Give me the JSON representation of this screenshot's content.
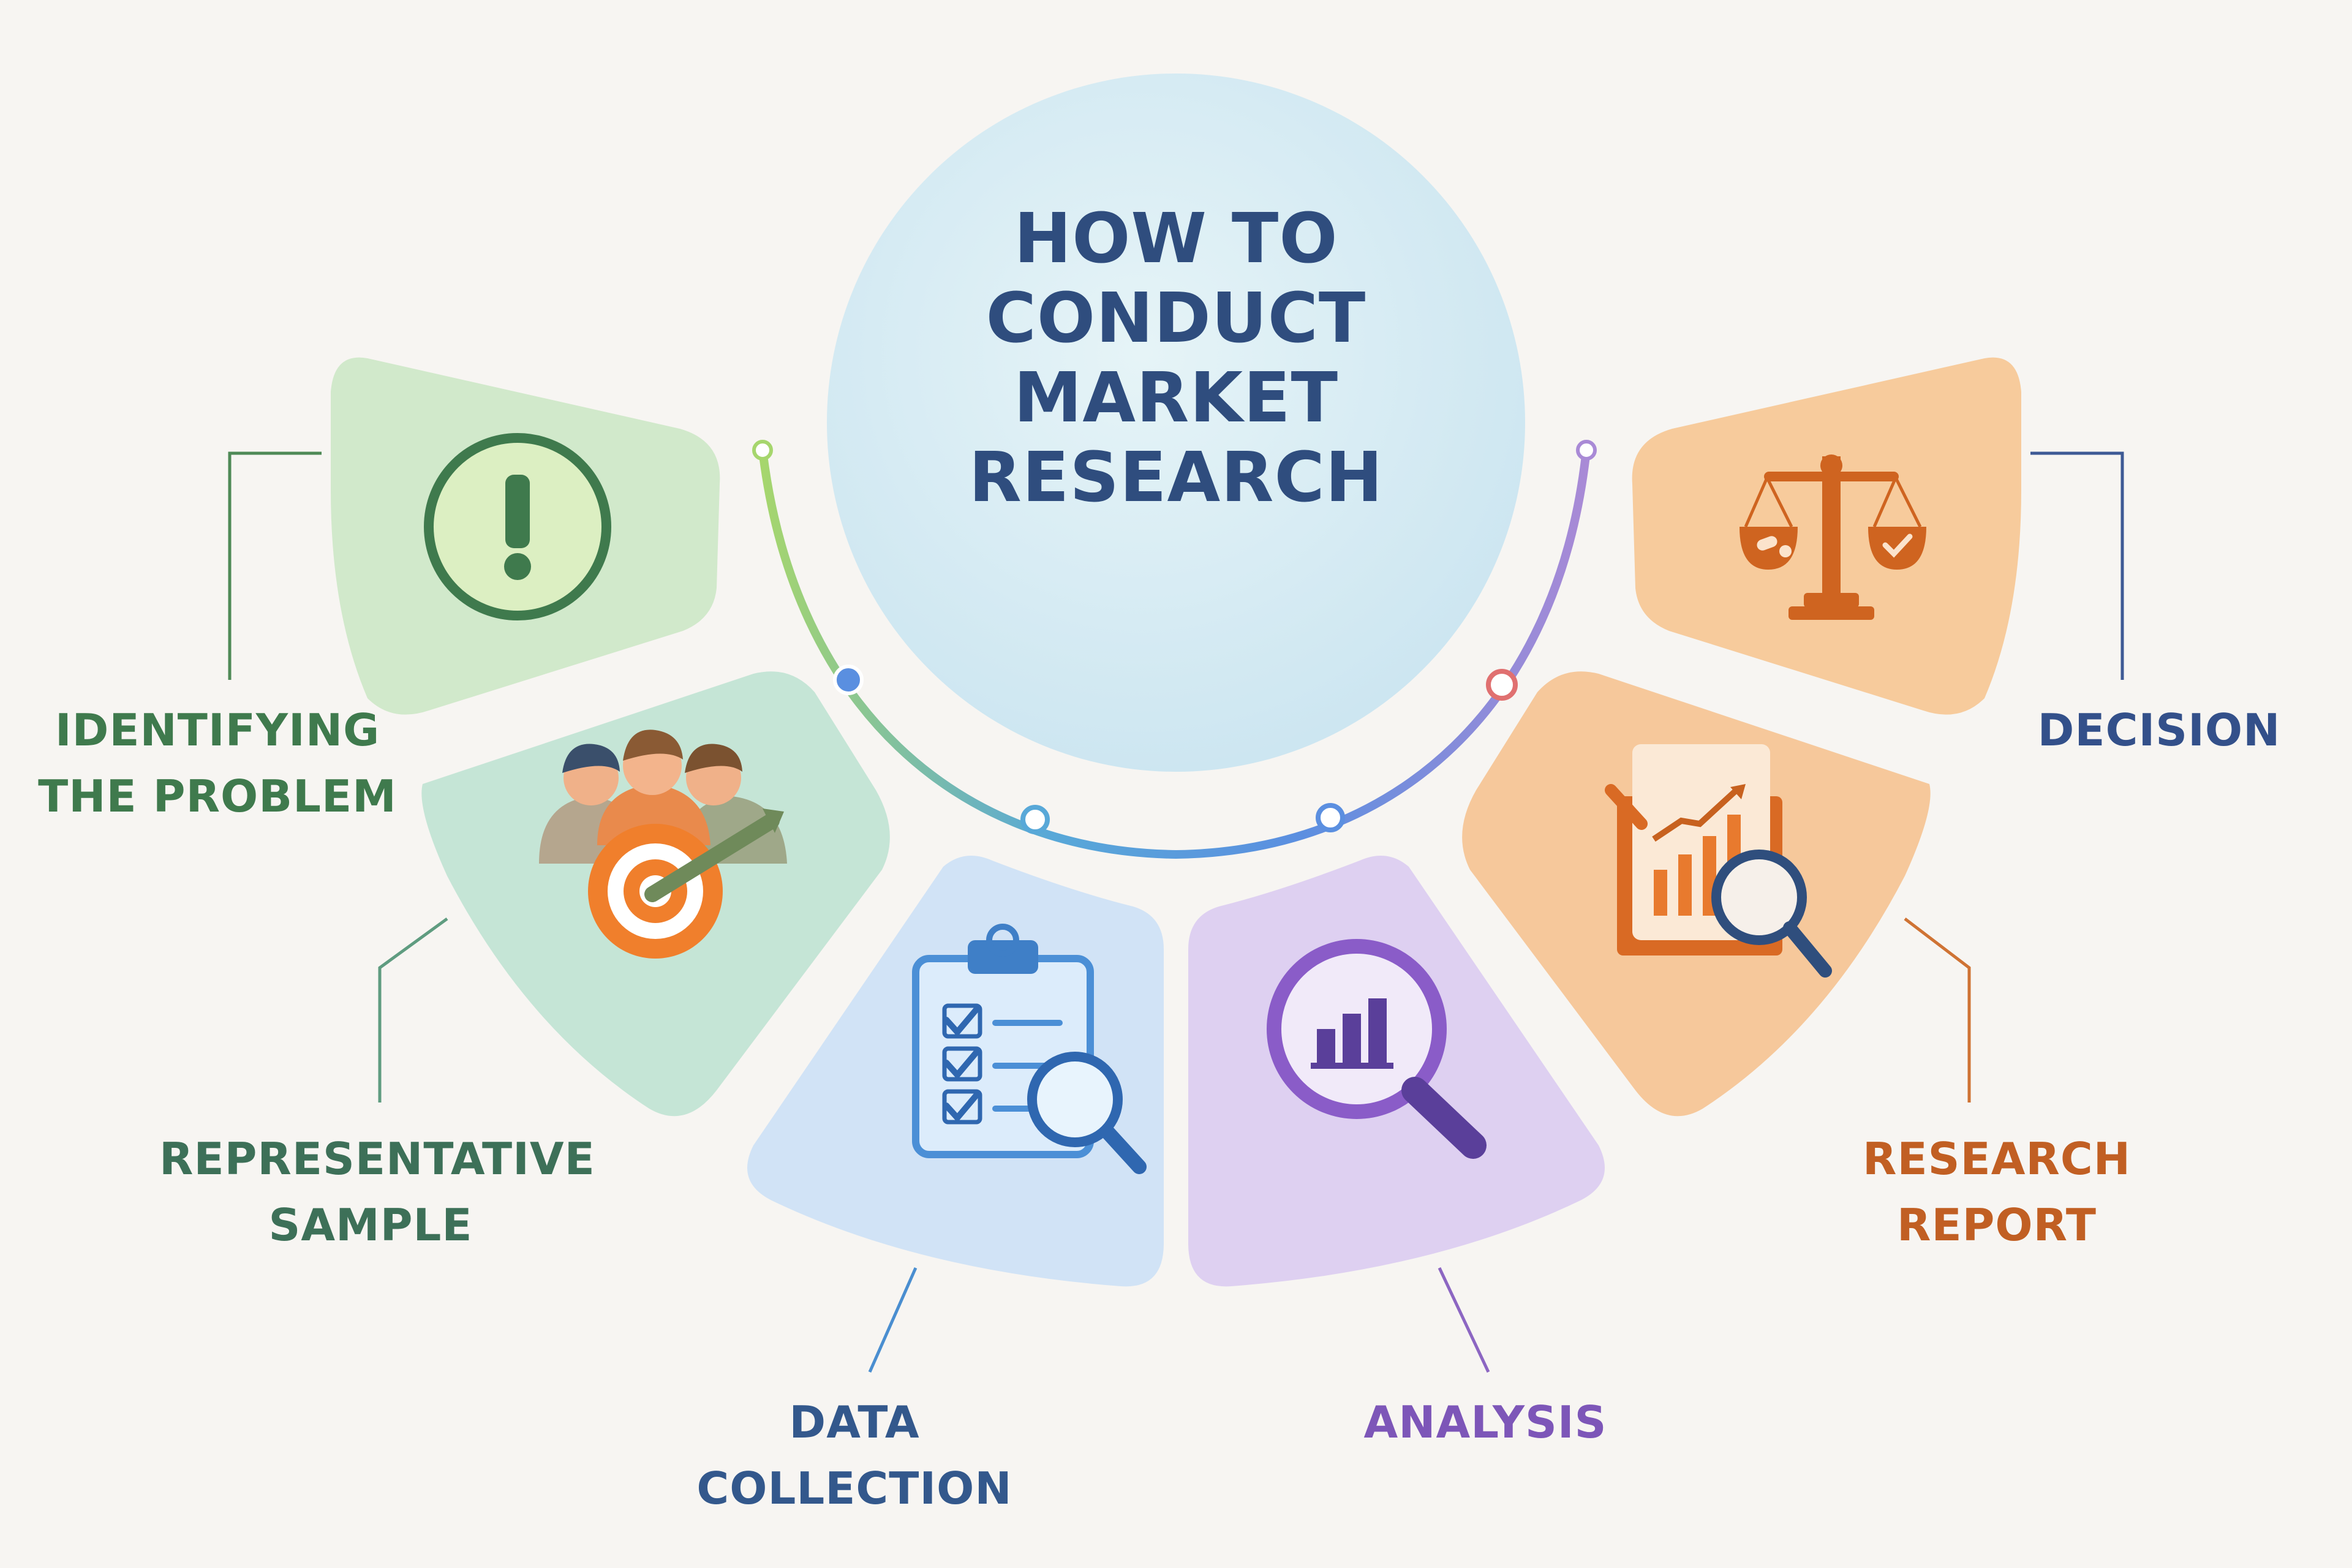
{
  "title": {
    "lines": [
      "HOW TO",
      "CONDUCT",
      "MARKET",
      "RESEARCH"
    ],
    "color": "#2f4d7e",
    "circle_color": "#d6ecf4"
  },
  "steps": [
    {
      "id": "identifying",
      "lines": [
        "IDENTIFYING",
        "THE PROBLEM"
      ],
      "icon": "exclamation-circle-icon",
      "color": "#3f7a4d",
      "panel": "#cfe8c8"
    },
    {
      "id": "sample",
      "lines": [
        "REPRESENTATIVE",
        "SAMPLE"
      ],
      "icon": "people-target-icon",
      "color": "#3d7058",
      "panel": "#bfe3d3"
    },
    {
      "id": "collection",
      "lines": [
        "DATA",
        "COLLECTION"
      ],
      "icon": "clipboard-magnifier-icon",
      "color": "#33588c",
      "panel": "#cfe2f6"
    },
    {
      "id": "analysis",
      "lines": [
        "ANALYSIS"
      ],
      "icon": "magnifier-chart-icon",
      "color": "#7d56b8",
      "panel": "#dccdf0"
    },
    {
      "id": "report",
      "lines": [
        "RESEARCH",
        "REPORT"
      ],
      "icon": "report-chart-icon",
      "color": "#c15f23",
      "panel": "#f6c596"
    },
    {
      "id": "decision",
      "lines": [
        "DECISION"
      ],
      "icon": "balance-scale-icon",
      "color": "#33508a",
      "panel": "#f7c897"
    }
  ],
  "arc_gradient": [
    "#a6d66d",
    "#58a8d8",
    "#5b8fe0",
    "#a98ad6"
  ]
}
